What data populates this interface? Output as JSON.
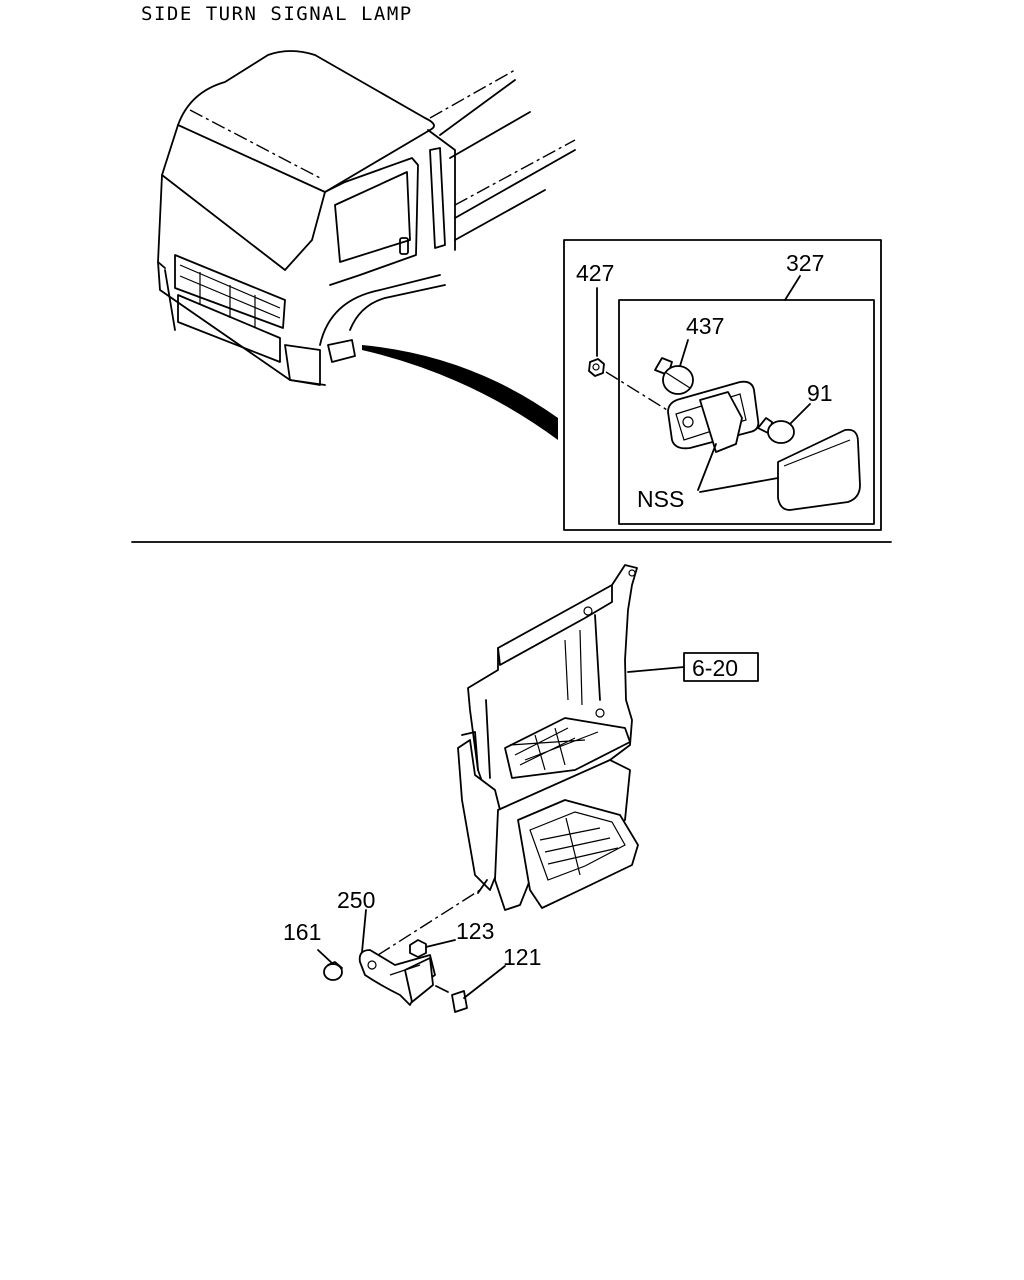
{
  "title": "SIDE TURN SIGNAL LAMP",
  "top_view": {
    "callouts": {
      "lamp_assembly": "327",
      "nut": "427",
      "socket": "437",
      "bulb": "91",
      "not_serviced": "NSS"
    }
  },
  "bottom_view": {
    "reference": "6-20",
    "callouts": {
      "bracket": "250",
      "clip": "161",
      "nut": "123",
      "screw": "121"
    }
  }
}
